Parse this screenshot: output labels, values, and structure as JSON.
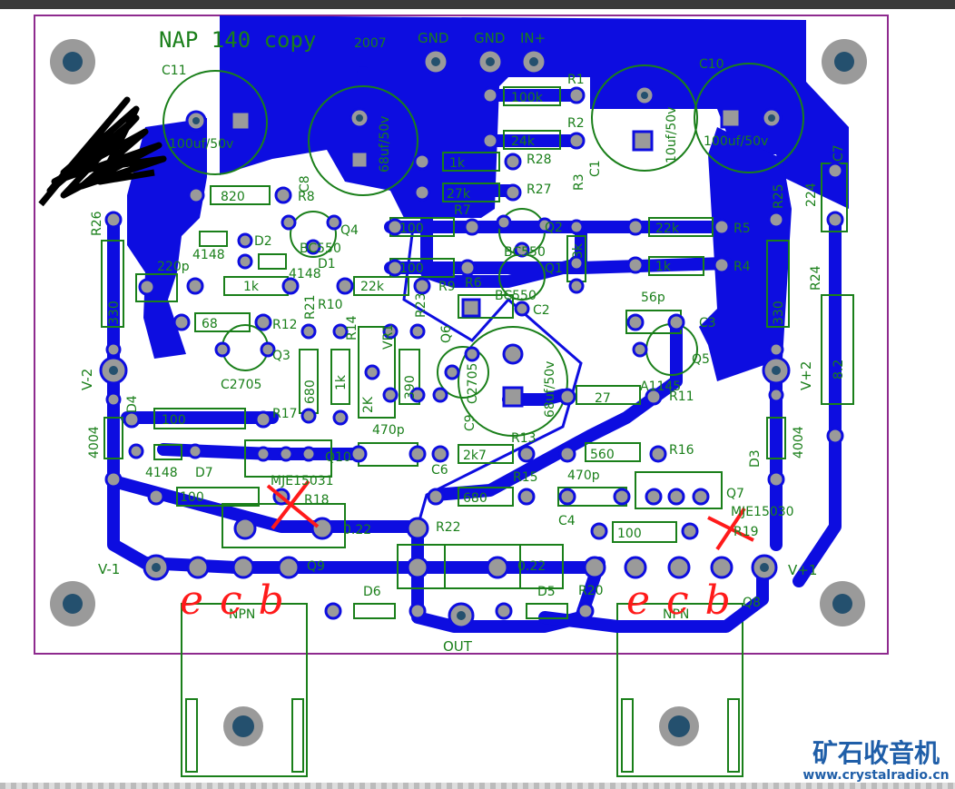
{
  "board": {
    "title": "NAP 140 copy",
    "year": "2007",
    "colors": {
      "copper": "#0d0de0",
      "silkscreen": "#1a7f1a",
      "pad": "#9a9a9a",
      "hole": "#24506e",
      "outline": "#8e2a8e",
      "annotation": "#ff1a1a"
    }
  },
  "connectors": {
    "gnd1": "GND",
    "gnd2": "GND",
    "in_plus": "IN+",
    "out": "OUT",
    "v_minus_1": "V-1",
    "v_plus_1": "V+1",
    "v_minus_2": "V-2",
    "v_plus_2": "V+2"
  },
  "components": {
    "C11": "C11",
    "C11_val": "100uf/50v",
    "C8": "C8",
    "C8_val": "68uf/50v",
    "C10": "C10",
    "C10_val": "100uf/50v",
    "C1": "C1",
    "C1_val": "10uf/50v",
    "C7": "C7",
    "C7_val": "224",
    "C9": "C9",
    "C9_val": "68uf/50v",
    "C2": "C2",
    "C3": "C3",
    "C4": "C4",
    "C6": "C6",
    "C5_val": "220p",
    "C3_val": "56p",
    "C6_val": "470p",
    "C4_val": "470p",
    "R1": "R1",
    "R1_val": "100k",
    "R2": "R2",
    "R2_val": "24k",
    "R3": "R3",
    "R3_val": "3k",
    "R4": "R4",
    "R4_val": "1k",
    "R5": "R5",
    "R5_val": "22k",
    "R6": "R6",
    "R6_val": "100",
    "R7": "R7",
    "R7_val": "100",
    "R8": "R8",
    "R8_val": "820",
    "R9": "R9",
    "R9_val": "22k",
    "R10": "R10",
    "R10_val": "1k",
    "R11": "R11",
    "R11_val": "27",
    "R12": "R12",
    "R12_val": "68",
    "R13": "R13",
    "R13_val": "2k7",
    "R14": "R14",
    "R14_val": "1k",
    "R15": "R15",
    "R15_val": "680",
    "R16": "R16",
    "R16_val": "560",
    "R17": "R17",
    "R17_val": "100",
    "R18": "R18",
    "R18_val": "100",
    "R19": "R19",
    "R19_val": "100",
    "R20": "R20",
    "R20_val": "0.22",
    "R21": "R21",
    "R21_val": "680",
    "R22": "R22",
    "R22_val": "0.22",
    "R23": "R23",
    "R23_val": "390",
    "R24": "R24",
    "R24_val": "8.2",
    "R25": "R25",
    "R25_val": "330",
    "R26": "R26",
    "R26_val": "330",
    "R27": "R27",
    "R27_val": "27k",
    "R28": "R28",
    "R28_val": "1k",
    "VR1": "VR1",
    "VR1_val": "2K",
    "D1": "D1",
    "D2": "D2",
    "D3": "D3",
    "D4": "D4",
    "D5": "D5",
    "D6": "D6",
    "D7": "D7",
    "D1_val": "4148",
    "D2_val": "4148",
    "D7_val": "4148",
    "D3_val": "4004",
    "D4_val": "4004",
    "Q1": "Q1",
    "Q2": "Q2",
    "Q3": "Q3",
    "Q4": "Q4",
    "Q5": "Q5",
    "Q6": "Q6",
    "Q7": "Q7",
    "Q8": "Q8",
    "Q9": "Q9",
    "Q10": "Q10",
    "Q4_val": "BC550",
    "Q2_val": "BC550",
    "Q1_val": "BC550",
    "Q3_val": "C2705",
    "Q6_val": "C2705",
    "Q5_val": "A1145",
    "Q10_val": "MJE15031",
    "Q7_val": "MJE15030",
    "Q9_pkg": "NPN",
    "Q8_pkg": "NPN"
  },
  "annotations": {
    "pins_left": "ecb",
    "pins_right": "ecb",
    "cross": "X"
  },
  "watermark": {
    "chinese": "矿石收音机",
    "url": "www.crystalradio.cn"
  }
}
